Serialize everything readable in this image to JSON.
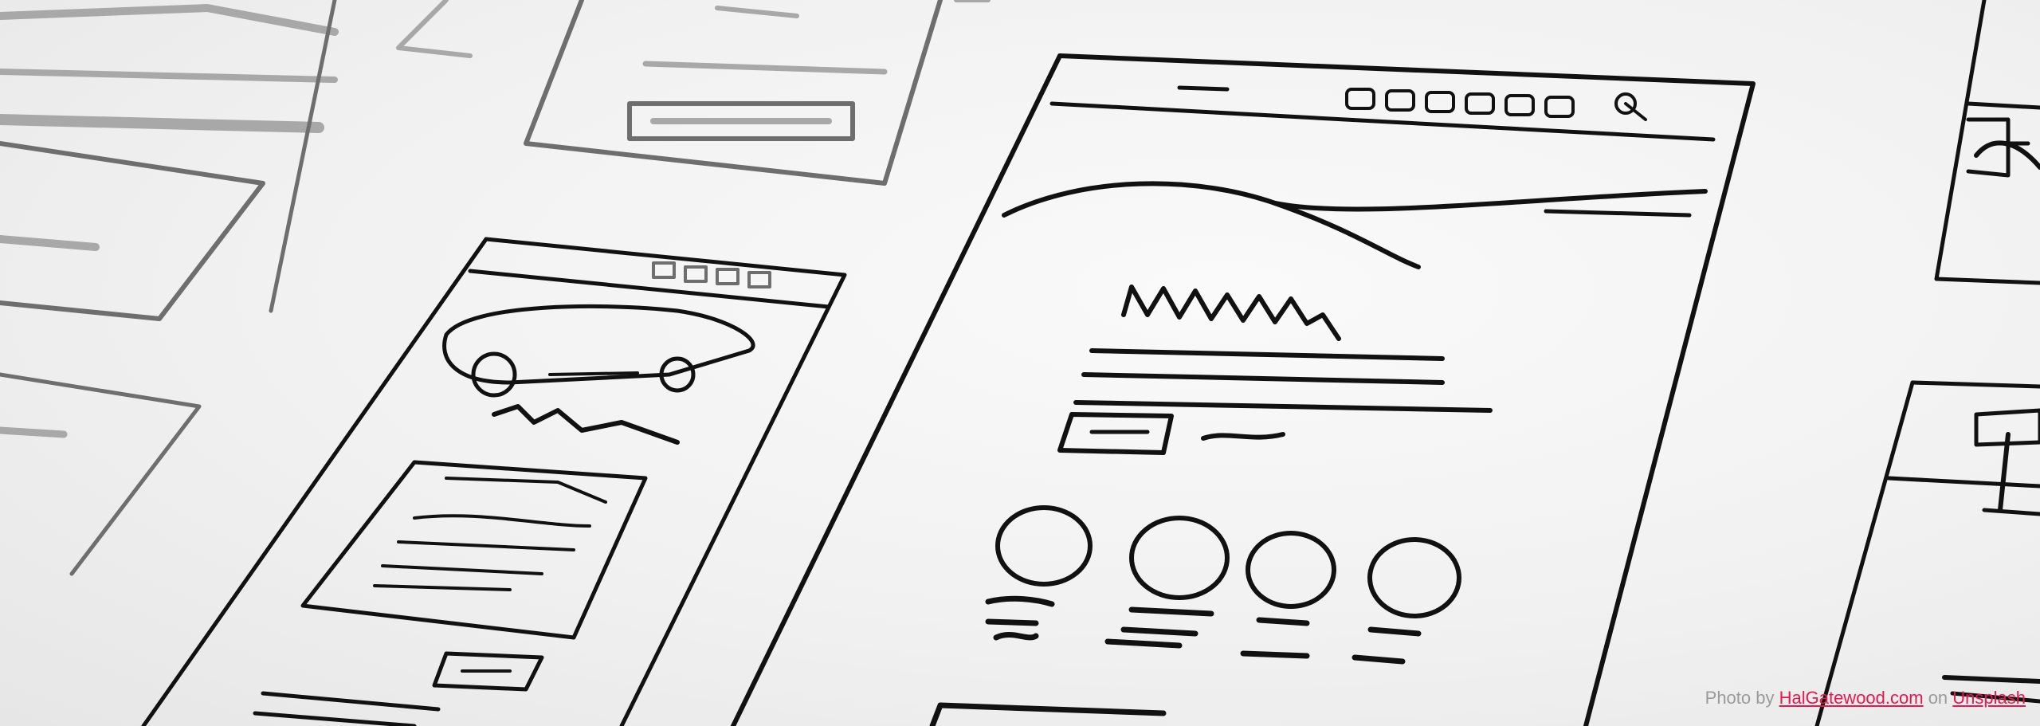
{
  "credit": {
    "prefix": "Photo by ",
    "author": "HalGatewood.com",
    "middle": " on ",
    "source": "Unsplash"
  },
  "colors": {
    "ink": "#111111",
    "paper": "#f4f4f4",
    "link": "#e8174f",
    "credit_text": "#9a9a9a"
  }
}
